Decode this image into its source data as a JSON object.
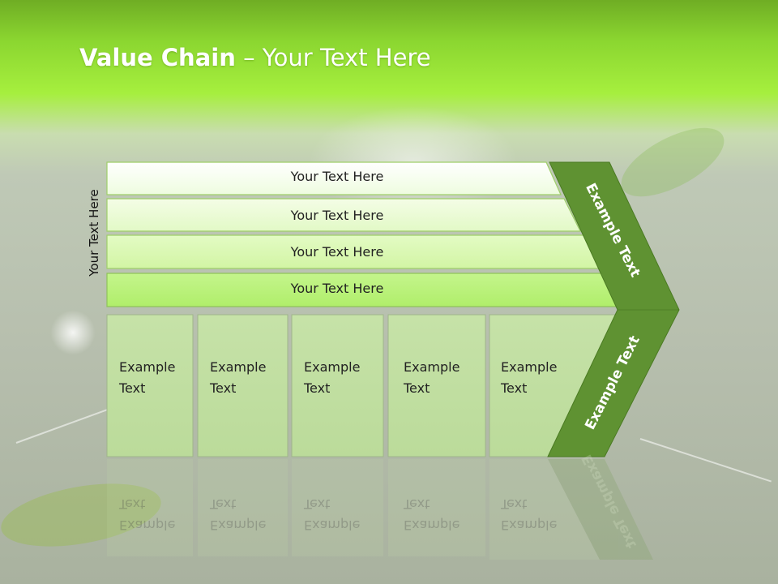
{
  "slide": {
    "title_bold": "Value Chain",
    "title_rest": " – Your Text Here",
    "side_label": "Your Text Here"
  },
  "bars": [
    {
      "label": "Your Text Here"
    },
    {
      "label": "Your Text Here"
    },
    {
      "label": "Your Text Here"
    },
    {
      "label": "Your Text Here"
    }
  ],
  "boxes": [
    {
      "line1": "Example",
      "line2": "Text"
    },
    {
      "line1": "Example",
      "line2": "Text"
    },
    {
      "line1": "Example",
      "line2": "Text"
    },
    {
      "line1": "Example",
      "line2": "Text"
    },
    {
      "line1": "Example",
      "line2": "Text"
    }
  ],
  "chevron": {
    "upper_label": "Example Text",
    "lower_label": "Example Text"
  },
  "colors": {
    "header_green": "#8bd630",
    "chevron_green": "#5f9232",
    "bar_light": "#f1fde4",
    "bar_dark": "#b8f276",
    "box_fill": "#c3e0a5"
  }
}
